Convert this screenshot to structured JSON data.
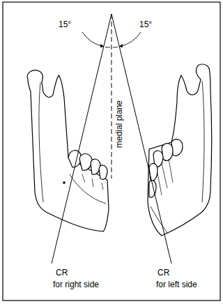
{
  "diagram": {
    "labels": [
      "15°",
      "15°",
      "medial plane",
      "CR",
      "for right side",
      "CR",
      "for left side"
    ]
  }
}
